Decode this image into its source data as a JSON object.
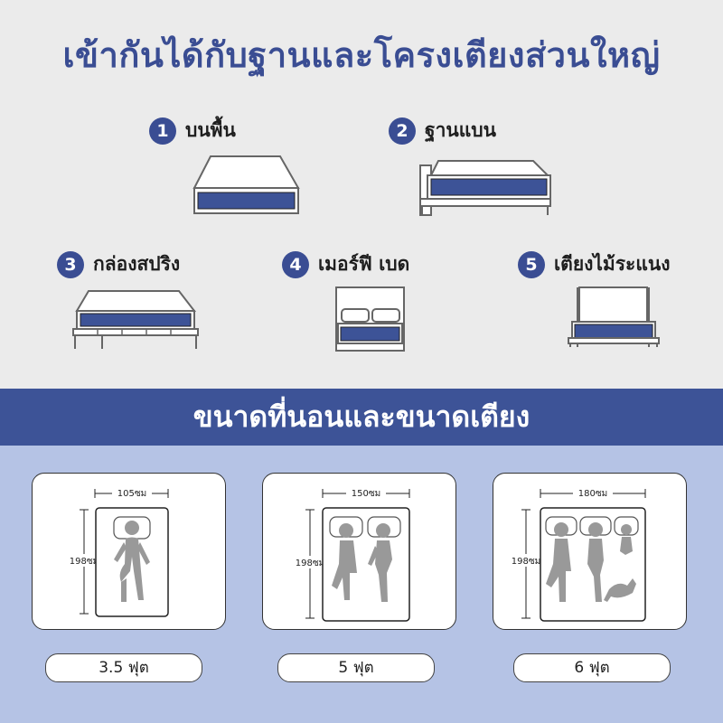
{
  "header": {
    "title": "เข้ากันได้กับฐานและโครงเตียงส่วนใหญ่"
  },
  "bases": [
    {
      "number": "1",
      "label": "บนพื้น"
    },
    {
      "number": "2",
      "label": "ฐานแบน"
    },
    {
      "number": "3",
      "label": "กล่องสปริง"
    },
    {
      "number": "4",
      "label": "เมอร์ฟี เบด"
    },
    {
      "number": "5",
      "label": "เตียงไม้ระแนง"
    }
  ],
  "sizes_section": {
    "title": "ขนาดที่นอนและขนาดเตียง"
  },
  "sizes": [
    {
      "width_label": "105ซม",
      "length_label": "198ซม",
      "name": "3.5 ฟุต"
    },
    {
      "width_label": "150ซม",
      "length_label": "198ซม",
      "name": "5 ฟุต"
    },
    {
      "width_label": "180ซม",
      "length_label": "198ซม",
      "name": "6 ฟุต"
    }
  ],
  "colors": {
    "accent": "#3a4d93",
    "band": "#3d5397",
    "bottom_bg": "#b5c3e5",
    "top_bg": "#ebebeb"
  }
}
